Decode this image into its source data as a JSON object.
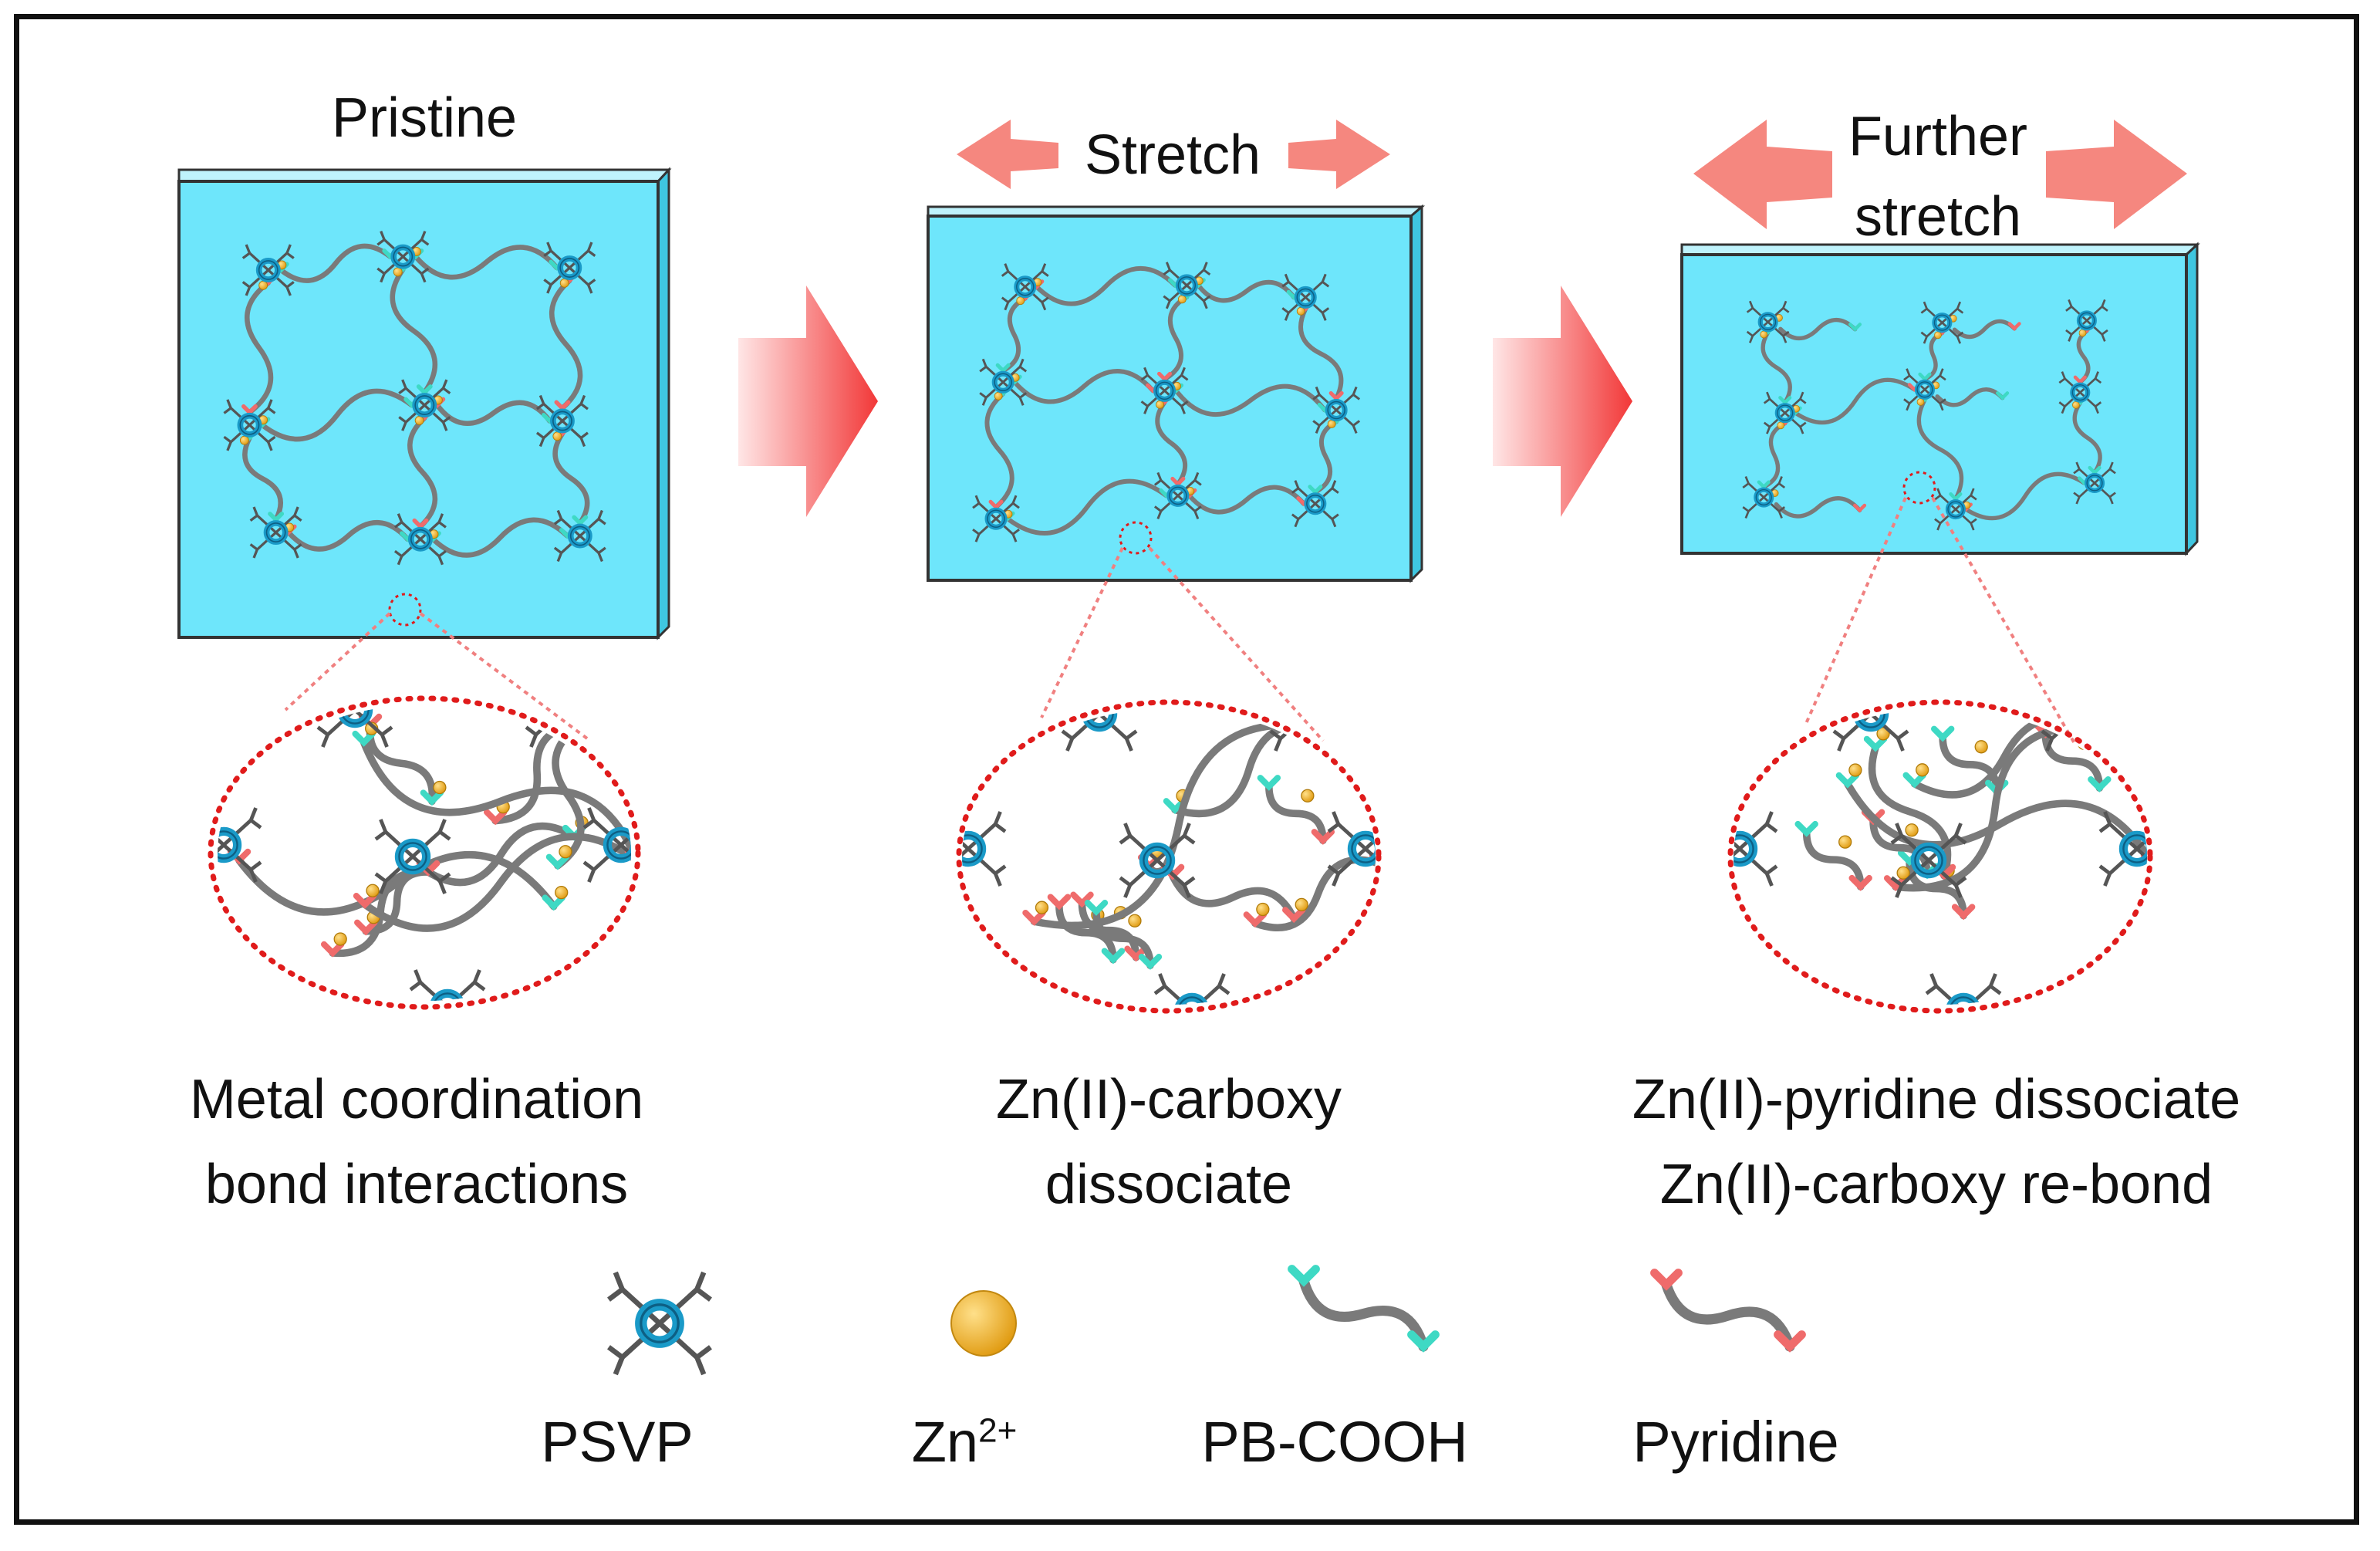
{
  "panels": [
    {
      "top_label": "Pristine",
      "caption_lines": [
        "Metal coordination",
        "bond interactions"
      ]
    },
    {
      "top_label": "Stretch",
      "caption_lines": [
        "Zn(II)-carboxy",
        "dissociate"
      ]
    },
    {
      "top_label_lines": [
        "Further",
        "stretch"
      ],
      "caption_lines": [
        "Zn(II)-pyridine dissociate",
        "Zn(II)-carboxy re-bond"
      ]
    }
  ],
  "legend": {
    "psvp": "PSVP",
    "zn_base": "Zn",
    "zn_sup": "2+",
    "pbcooh": "PB-COOH",
    "pyridine": "Pyridine"
  },
  "colors": {
    "gel": "#6ee6fb",
    "gel_side": "#3fc6e0",
    "ring": "#1a9ac8",
    "zn": "#e8a51f",
    "carboxy": "#3ed9c4",
    "pyridine": "#ef6b6b",
    "arrow": "#f5877f",
    "chain": "#7a7a7a",
    "zoom": "#e01b1b"
  },
  "icons": [
    "psvp-icon",
    "zn-ion-icon",
    "pb-cooh-icon",
    "pyridine-icon",
    "stretch-arrow-icon",
    "process-arrow-icon"
  ]
}
